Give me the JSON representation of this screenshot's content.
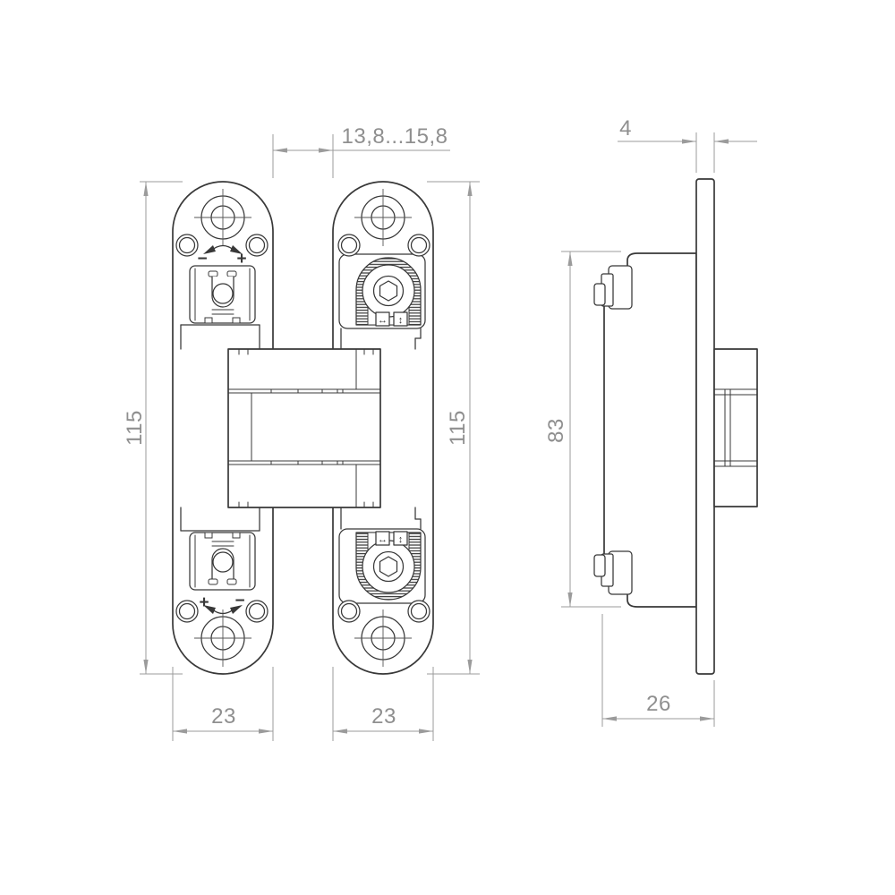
{
  "drawing": {
    "type": "technical-drawing",
    "subject": "concealed hinge, front and side orthographic views",
    "units": "mm",
    "colors": {
      "background": "#ffffff",
      "outline": "#383838",
      "dimension_lines": "#9b9b9b",
      "dimension_text": "#8f8f8f"
    },
    "labels": {
      "gap_between_plates": "13,8...15,8",
      "faceplate_thickness": "4",
      "height_left": "115",
      "height_right": "115",
      "body_height_side": "83",
      "width_left": "23",
      "width_right": "23",
      "body_depth": "26"
    },
    "glyphs": {
      "minus": "−",
      "plus": "+",
      "h_adjust": "↔",
      "v_adjust": "↕"
    }
  }
}
